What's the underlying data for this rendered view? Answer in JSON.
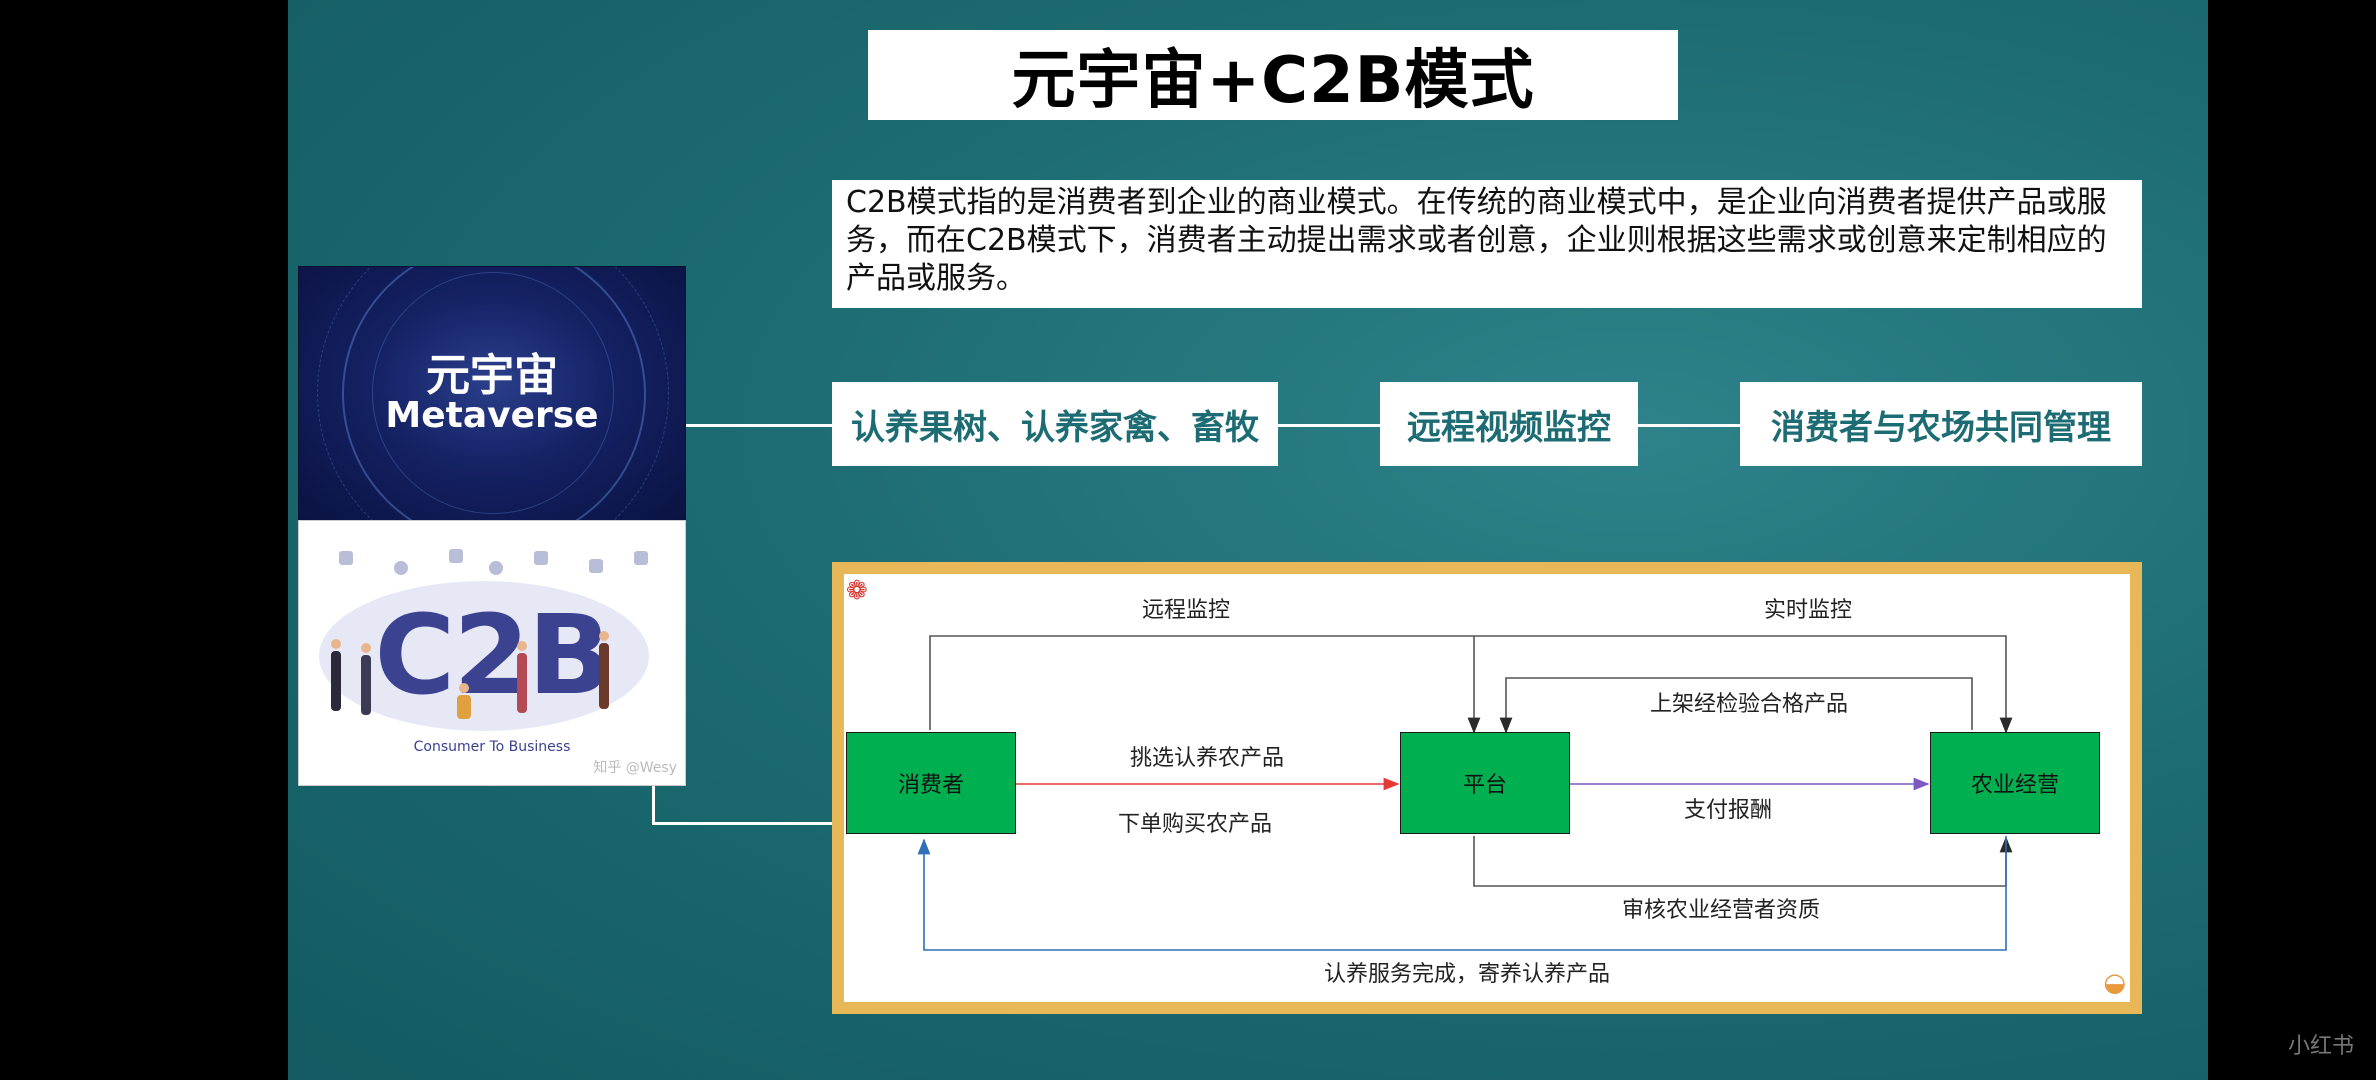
{
  "title": "元宇宙+C2B模式",
  "description": "C2B模式指的是消费者到企业的商业模式。在传统的商业模式中，是企业向消费者提供产品或服务，而在C2B模式下，消费者主动提出需求或者创意，企业则根据这些需求或创意来定制相应的产品或服务。",
  "image_top": {
    "zh": "元宇宙",
    "en": "Metaverse"
  },
  "image_bottom": {
    "main": "C2B",
    "sub": "Consumer To Business",
    "watermark": "知乎 @Wesy"
  },
  "steps": [
    "认养果树、认养家禽、畜牧",
    "远程视频监控",
    "消费者与农场共同管理"
  ],
  "flow": {
    "nodes": {
      "consumer": "消费者",
      "platform": "平台",
      "farm": "农业经营"
    },
    "labels": {
      "remote_monitor": "远程监控",
      "realtime_monitor": "实时监控",
      "list_products": "上架经检验合格产品",
      "choose_products": "挑选认养农产品",
      "order_products": "下单购买农产品",
      "pay": "支付报酬",
      "audit": "审核农业经营者资质",
      "complete": "认养服务完成，寄养认养产品"
    }
  },
  "app_watermark": "小红书",
  "colors": {
    "accent": "#1d6c73",
    "node": "#00b050",
    "frame": "#e8b758",
    "red_arrow": "#e53935",
    "purple_arrow": "#7e57c2",
    "blue_arrow": "#2f6fb5"
  }
}
